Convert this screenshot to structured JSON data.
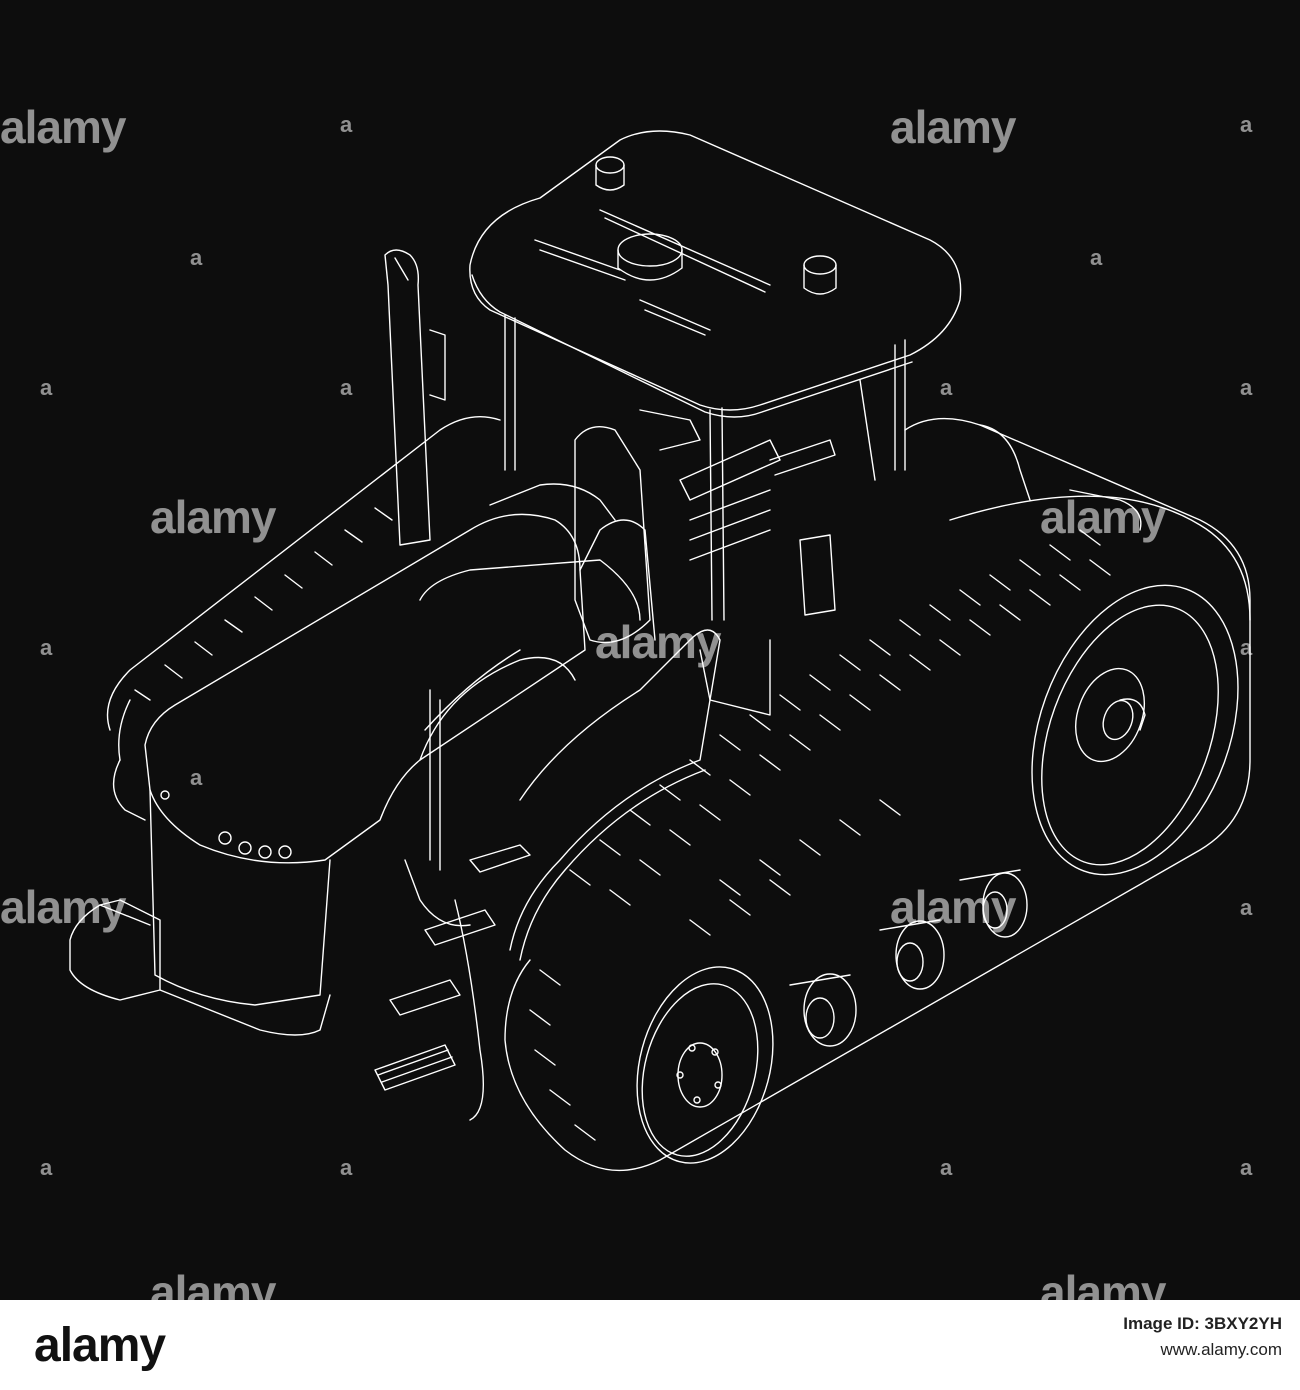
{
  "watermark": {
    "text": "alamy",
    "mark": "a"
  },
  "footer": {
    "logo": "alamy",
    "image_id": "Image ID: 3BXY2YH",
    "url": "www.alamy.com"
  },
  "colors": {
    "background": "#0d0d0d",
    "line": "#ffffff",
    "footer": "#ffffff"
  }
}
